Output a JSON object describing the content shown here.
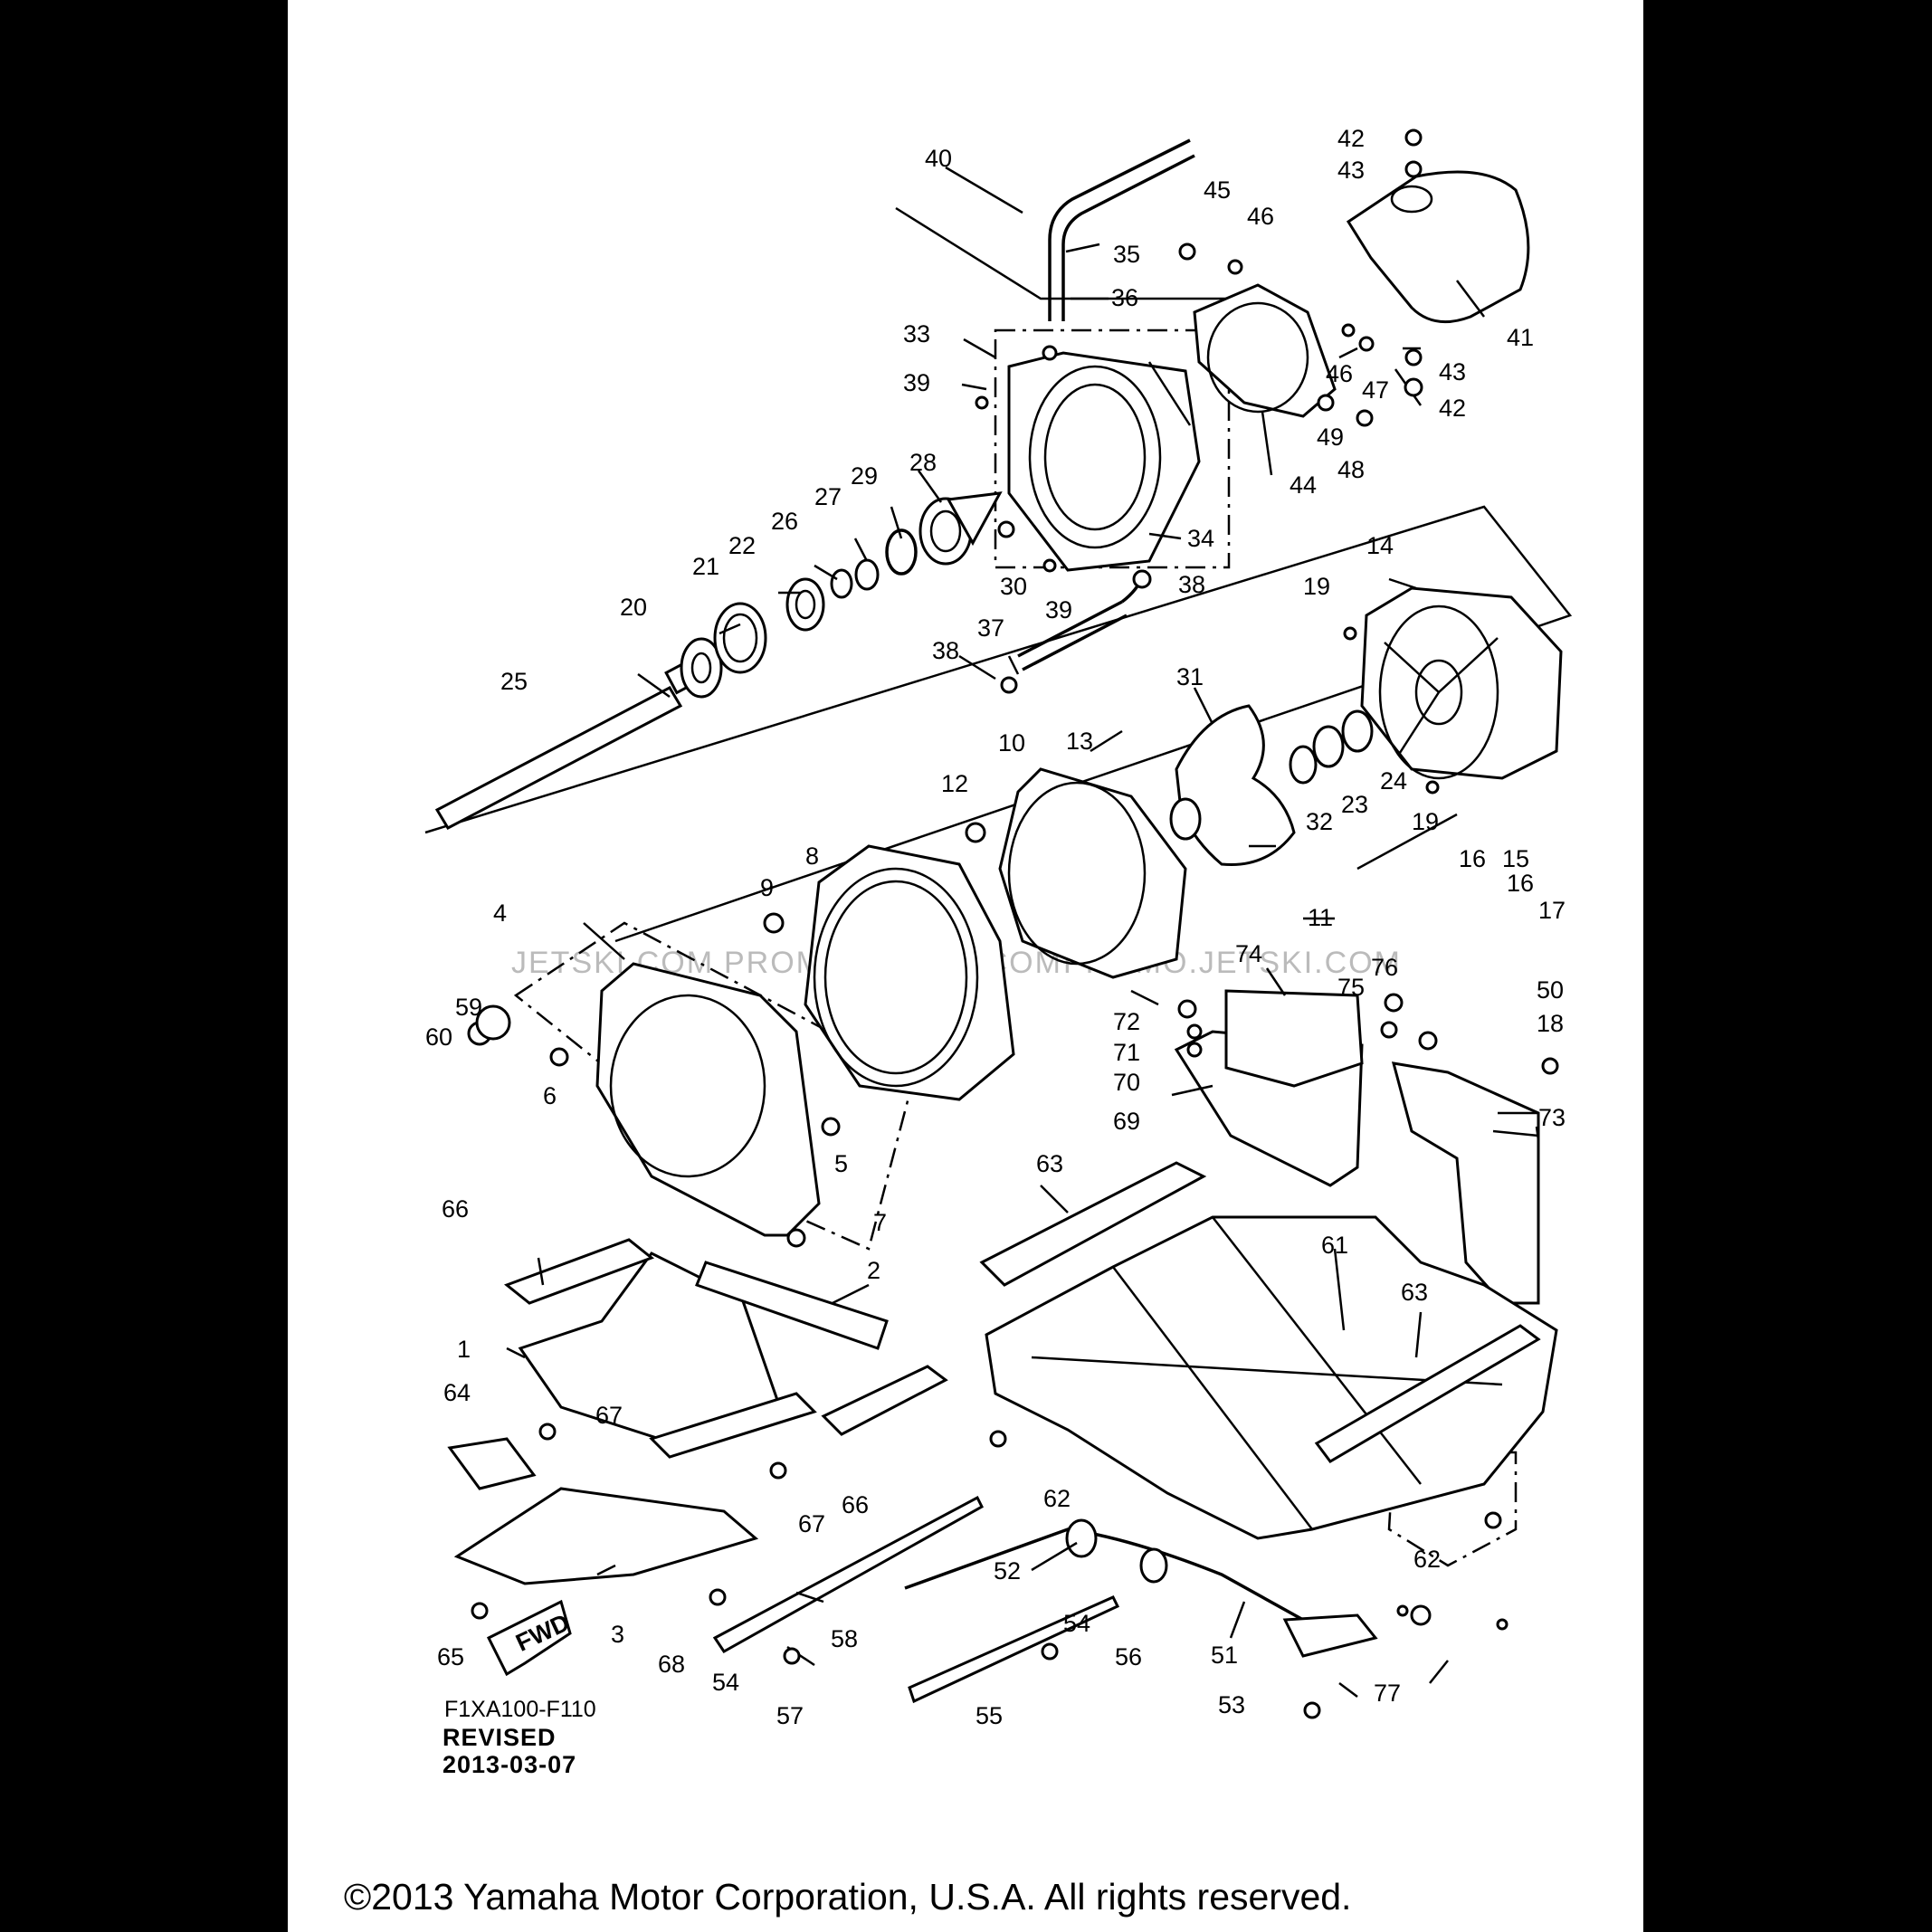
{
  "watermark": {
    "left": "JETSKI.COM",
    "mid": "PROMO.JETSKI.COM",
    "right": "PROMO.JETSKI.COM"
  },
  "fwd_label": "FWD",
  "doc_code": "F1XA100-F110",
  "revision": {
    "label": "REVISED",
    "date": "2013-03-07"
  },
  "copyright": "©2013 Yamaha Motor Corporation, U.S.A. All rights reserved.",
  "callouts": {
    "c1": "1",
    "c2": "2",
    "c3": "3",
    "c4": "4",
    "c5": "5",
    "c6": "6",
    "c7": "7",
    "c8": "8",
    "c9": "9",
    "c10": "10",
    "c11": "11",
    "c12": "12",
    "c13": "13",
    "c14": "14",
    "c15": "15",
    "c16a": "16",
    "c16b": "16",
    "c17": "17",
    "c18": "18",
    "c19a": "19",
    "c19b": "19",
    "c20": "20",
    "c21": "21",
    "c22": "22",
    "c23": "23",
    "c24": "24",
    "c25": "25",
    "c26": "26",
    "c27": "27",
    "c28": "28",
    "c29": "29",
    "c30": "30",
    "c31": "31",
    "c32": "32",
    "c33": "33",
    "c34": "34",
    "c35": "35",
    "c36": "36",
    "c37": "37",
    "c38a": "38",
    "c38b": "38",
    "c39a": "39",
    "c39b": "39",
    "c40": "40",
    "c41": "41",
    "c42a": "42",
    "c42b": "42",
    "c43a": "43",
    "c43b": "43",
    "c44": "44",
    "c45": "45",
    "c46a": "46",
    "c46b": "46",
    "c47": "47",
    "c48": "48",
    "c49": "49",
    "c50": "50",
    "c51": "51",
    "c52": "52",
    "c53": "53",
    "c54a": "54",
    "c54b": "54",
    "c55": "55",
    "c56": "56",
    "c57": "57",
    "c58": "58",
    "c59": "59",
    "c60": "60",
    "c61": "61",
    "c62a": "62",
    "c62b": "62",
    "c63a": "63",
    "c63b": "63",
    "c64": "64",
    "c65": "65",
    "c66a": "66",
    "c66b": "66",
    "c67a": "67",
    "c67b": "67",
    "c68": "68",
    "c69": "69",
    "c70": "70",
    "c71": "71",
    "c72": "72",
    "c73": "73",
    "c74": "74",
    "c75": "75",
    "c76": "76",
    "c77": "77"
  }
}
